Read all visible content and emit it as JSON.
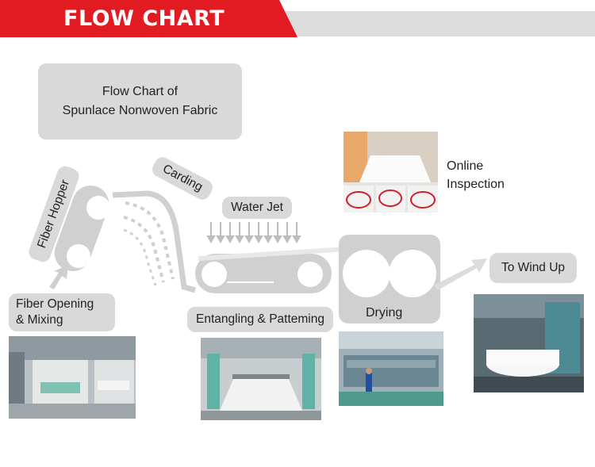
{
  "header": {
    "title": "FLOW CHART"
  },
  "title_box": {
    "line1": "Flow Chart of",
    "line2": "Spunlace Nonwoven Fabric"
  },
  "steps": {
    "fiber_opening": {
      "line1": "Fiber Opening",
      "line2": "& Mixing"
    },
    "fiber_hopper": "Fiber Hopper",
    "carding": "Carding",
    "water_jet": "Water Jet",
    "entangling": "Entangling & Patteming",
    "drying": "Drying",
    "online_inspection": {
      "line1": "Online",
      "line2": "Inspection"
    },
    "wind_up": "To Wind Up"
  },
  "colors": {
    "accent": "#e21b23",
    "box_gray": "#d9d9d9",
    "arrow_gray": "#cfcfcf"
  }
}
